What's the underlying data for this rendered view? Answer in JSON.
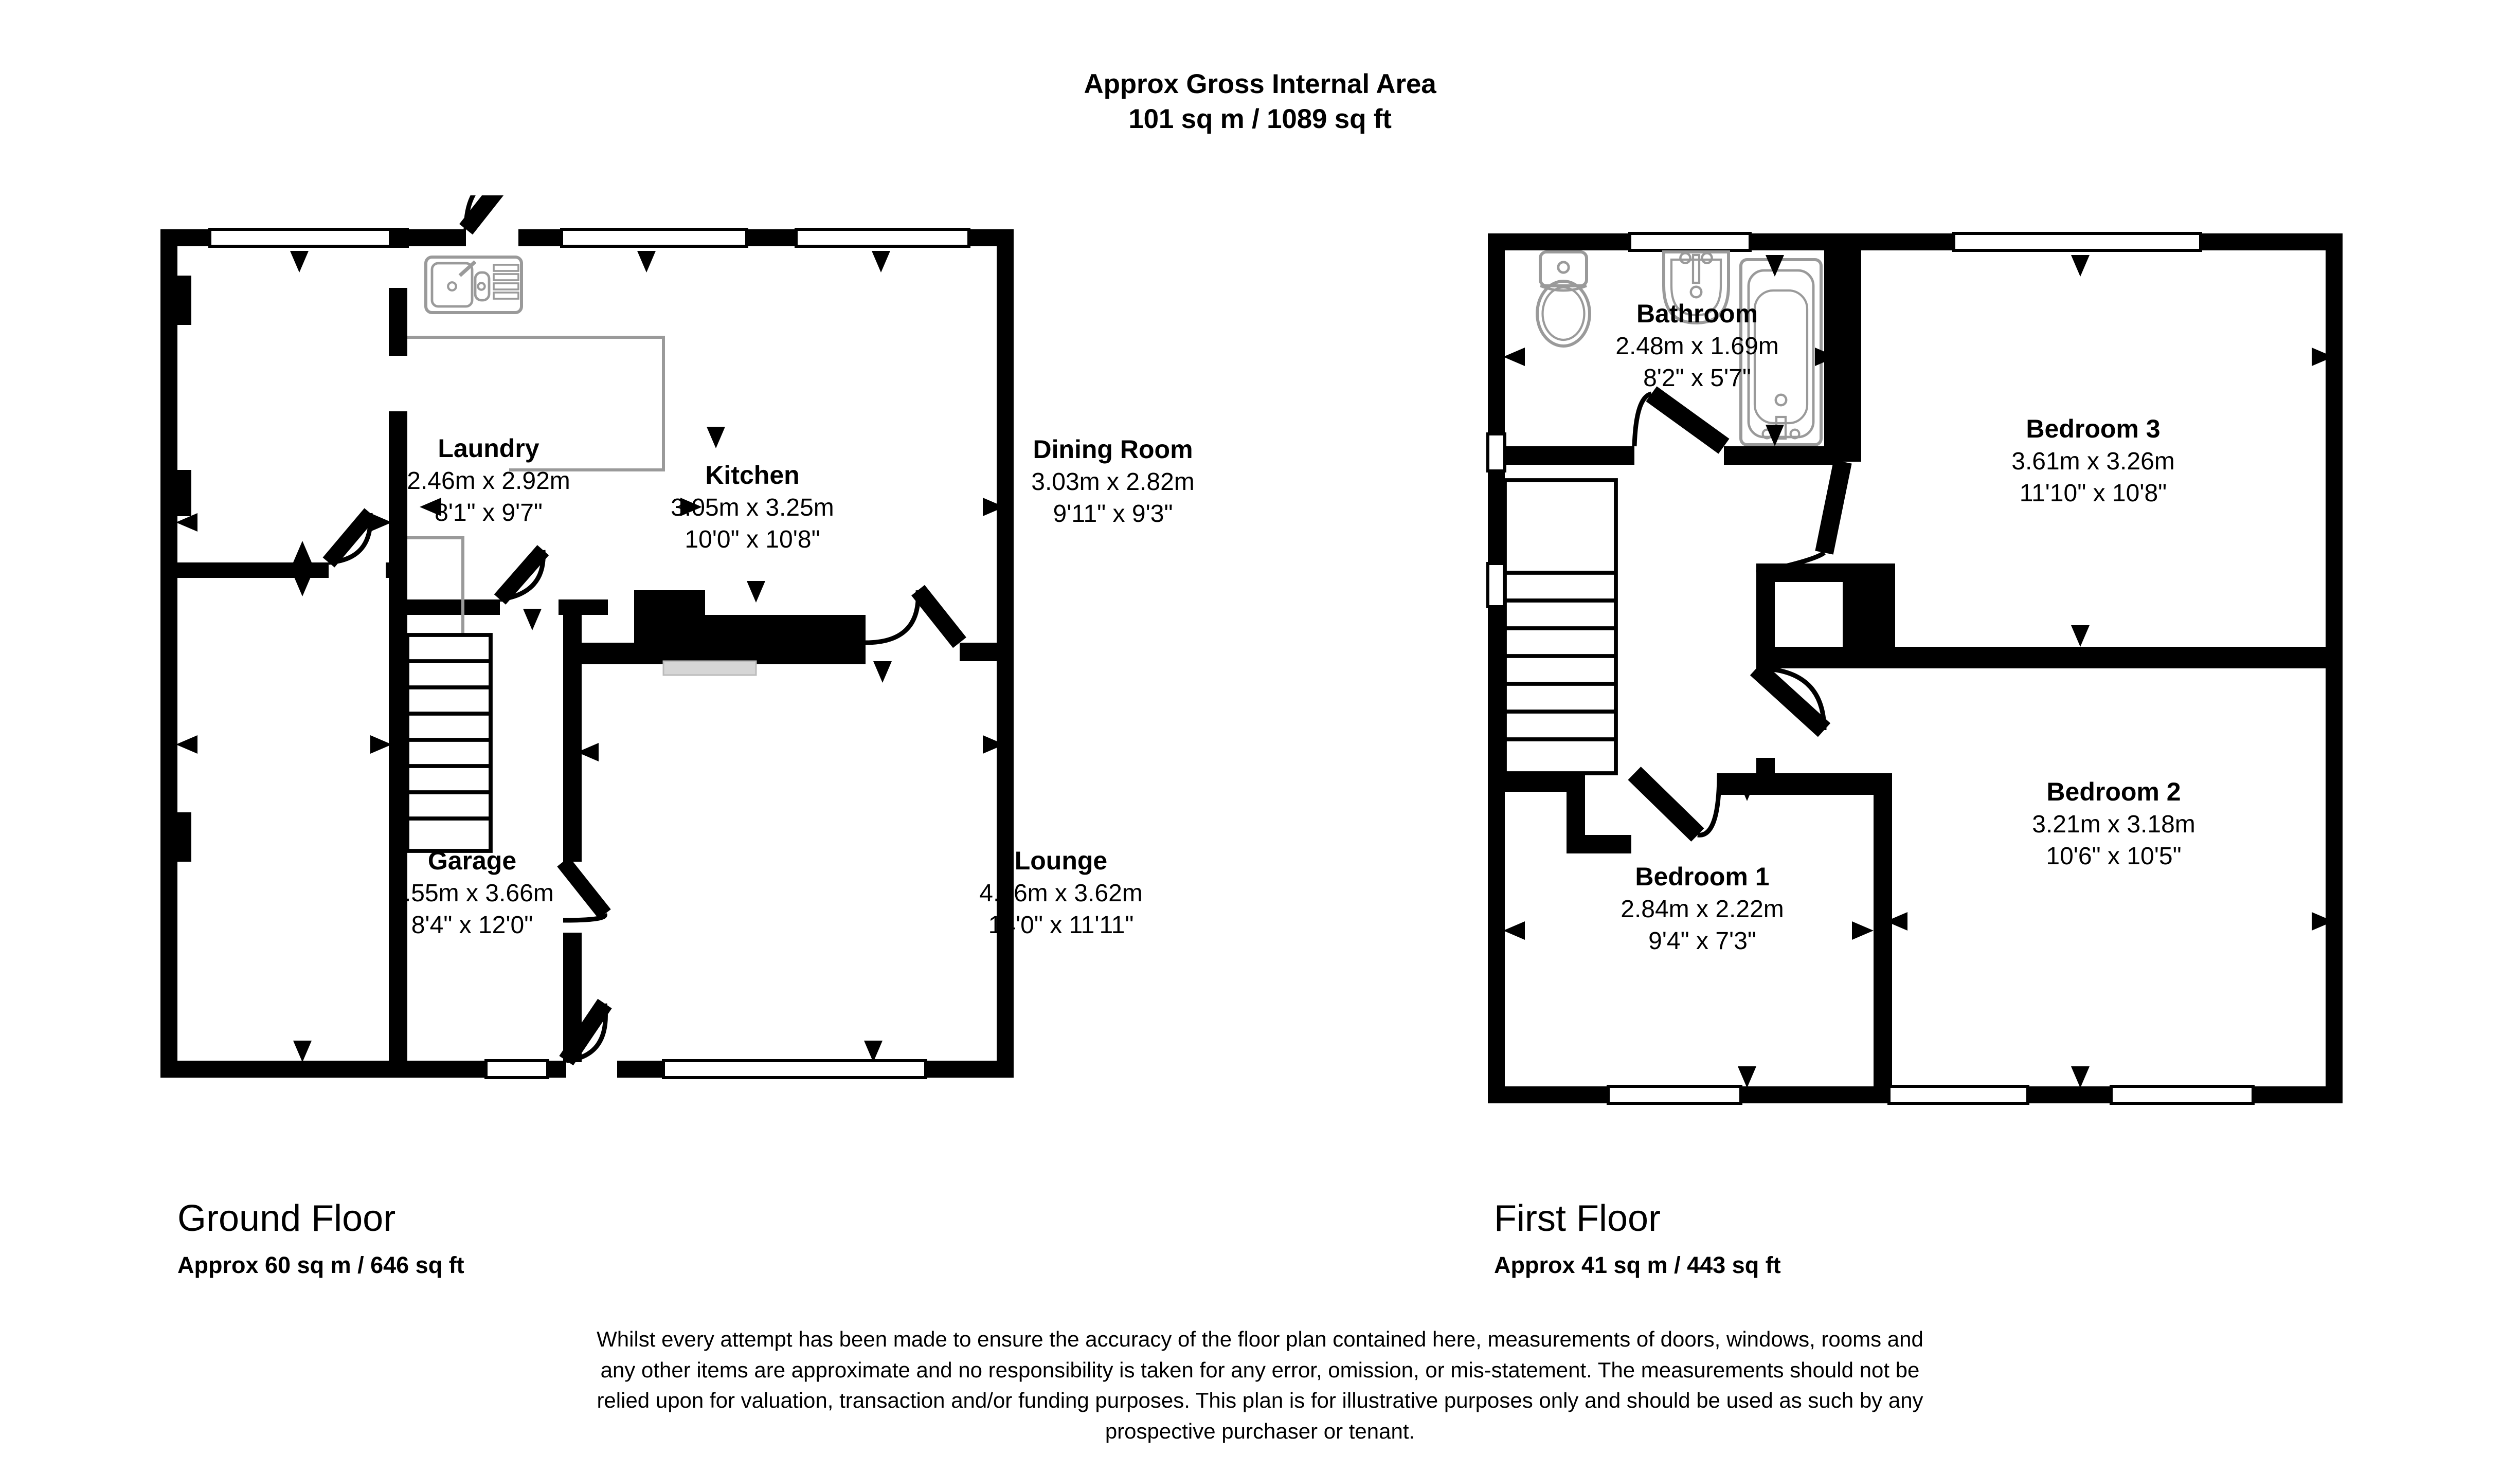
{
  "header": {
    "title": "Approx Gross Internal Area",
    "area": "101 sq m / 1089 sq ft"
  },
  "floors": [
    {
      "id": "ground",
      "title": "Ground Floor",
      "area": "Approx 60 sq m / 646 sq ft",
      "rooms": [
        {
          "name": "Laundry",
          "metric": "2.46m x 2.92m",
          "imperial": "8'1\" x 9'7\""
        },
        {
          "name": "Kitchen",
          "metric": "3.05m x 3.25m",
          "imperial": "10'0\" x 10'8\""
        },
        {
          "name": "Dining Room",
          "metric": "3.03m x 2.82m",
          "imperial": "9'11\" x 9'3\""
        },
        {
          "name": "Garage",
          "metric": "2.55m x 3.66m",
          "imperial": "8'4\" x 12'0\""
        },
        {
          "name": "Lounge",
          "metric": "4.26m x 3.62m",
          "imperial": "14'0\" x 11'11\""
        }
      ],
      "fixtures": [
        "kitchen-sink",
        "staircase",
        "fireplace"
      ]
    },
    {
      "id": "first",
      "title": "First Floor",
      "area": "Approx 41 sq m / 443 sq ft",
      "rooms": [
        {
          "name": "Bathroom",
          "metric": "2.48m x 1.69m",
          "imperial": "8'2\" x 5'7\""
        },
        {
          "name": "Bedroom 3",
          "metric": "3.61m x 3.26m",
          "imperial": "11'10\" x 10'8\""
        },
        {
          "name": "Bedroom 2",
          "metric": "3.21m x 3.18m",
          "imperial": "10'6\" x 10'5\""
        },
        {
          "name": "Bedroom 1",
          "metric": "2.84m x 2.22m",
          "imperial": "9'4\" x 7'3\""
        }
      ],
      "fixtures": [
        "toilet",
        "washbasin",
        "bathtub",
        "staircase"
      ]
    }
  ],
  "disclaimer": {
    "line1": "Whilst every attempt has been made to ensure the accuracy of the floor plan contained here, measurements of doors, windows, rooms and",
    "line2": "any other items are approximate and no responsibility is taken for any error, omission, or mis-statement. The measurements should not be",
    "line3": "relied upon for valuation, transaction and/or funding purposes. This plan is for illustrative purposes only and should be used as such by any",
    "line4": "prospective purchaser or tenant."
  },
  "colors": {
    "wall": "#000000",
    "background": "#ffffff",
    "fixture_outline": "#8c8c8c",
    "text": "#000000"
  }
}
